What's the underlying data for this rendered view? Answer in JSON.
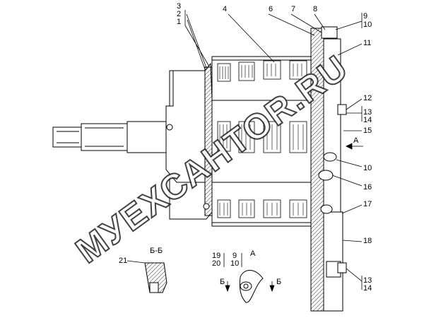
{
  "callouts": {
    "c1": "1",
    "c2": "2",
    "c3": "3",
    "c4": "4",
    "c6": "6",
    "c7": "7",
    "c8": "8",
    "c9": "9",
    "c10a": "10",
    "c11": "11",
    "c12": "12",
    "c13a": "13",
    "c14a": "14",
    "c15": "15",
    "c10b": "10",
    "c16": "16",
    "c17": "17",
    "c18": "18",
    "c13b": "13",
    "c14b": "14",
    "c21": "21",
    "c19": "19",
    "c20": "20",
    "c9b": "9",
    "c10c": "10"
  },
  "section_labels": {
    "bb_title": "Б-Б",
    "a_title": "А",
    "a_arrow": "А",
    "b_left": "Б",
    "b_right": "Б"
  },
  "watermark": "МУЕХСАНТОR.RU",
  "colors": {
    "line": "#000000",
    "hatch": "#333333",
    "watermark_stroke": "#222222"
  }
}
